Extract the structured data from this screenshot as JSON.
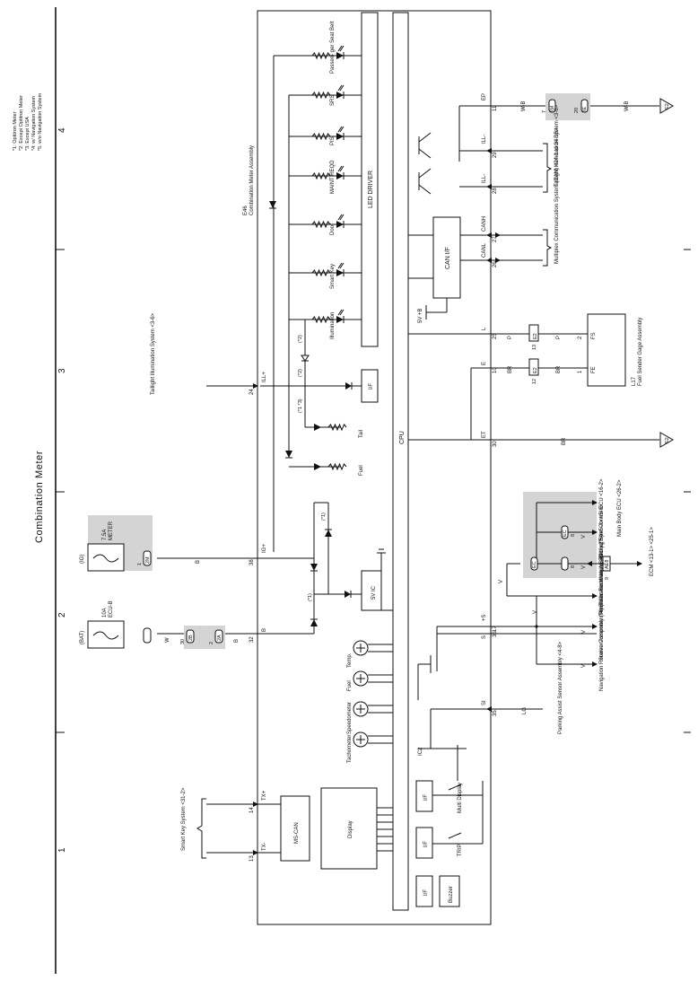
{
  "page": {
    "title": "Combination Meter",
    "zone_numbers": [
      "1",
      "2",
      "3",
      "4"
    ]
  },
  "legend": {
    "items": [
      "*1: Optitron Meter",
      "*2: Except Optitron Meter",
      "*3: Except USA",
      "*4: w/ Navigation System",
      "*5: w/o Navigation System"
    ]
  },
  "meter_assembly": {
    "code": "E46",
    "name": "Combination Meter Assembly",
    "led_driver": "LED DRIVER",
    "cpu": "CPU",
    "can_if": "CAN I/F",
    "sv_b": "5V +B",
    "ic_5v": "5V IC",
    "ms_can": "MS-CAN",
    "display": "Display",
    "if_label": "I/F",
    "buzzer": "Buzzer",
    "ic2": "IC2",
    "multi_display": "Multi Display",
    "trip": "TRIP"
  },
  "indicators": {
    "seatbelt": "Passen- ger Seat Belt",
    "srs": "SRS",
    "pis": "PIS",
    "maintreqd": "MAINT REQD",
    "door": "Door",
    "smartkey": "Smart Key",
    "illumination": "Illumination",
    "tail": "Tail",
    "fuel": "Fuel"
  },
  "gauges": {
    "temp": "Temp.",
    "fuel": "Fuel",
    "speedometer": "Speedometer",
    "tachometer": "Tachometer"
  },
  "notes": {
    "n2": "(*2)",
    "n2b": "(*2)",
    "n1n3": "(*1 *3)",
    "n1": "(*1)",
    "n1b": "(*1)"
  },
  "terminals": {
    "ep": "EP",
    "ep_pin": "11",
    "ill_minus_1": "ILL-",
    "ill1_pin": "29",
    "ill_minus_2": "ILL-",
    "ill2_pin": "28",
    "canh": "CANH",
    "canh_pin": "27",
    "canl": "CANL",
    "canl_pin": "26",
    "l": "L",
    "l_pin": "25",
    "e": "E",
    "e_pin": "10",
    "et": "ET",
    "et_pin": "30",
    "plus_s": "+S",
    "plus_s_pin": "17",
    "s_36": "S",
    "s_36_pin": "36",
    "si": "SI",
    "si_pin": "35",
    "ill_plus": "ILL+",
    "ill_plus_pin": "24",
    "ig_plus": "IG+",
    "ig_plus_pin": "38",
    "b": "B",
    "b_pin": "32",
    "tx_plus": "TX+",
    "tx_plus_pin": "14",
    "tx_minus": "TX-",
    "tx_minus_pin": "13"
  },
  "wires": {
    "w_b": "W-B",
    "w_b2": "W-B",
    "p": "P",
    "p2": "P",
    "br": "BR",
    "br2": "BR",
    "br3": "BR",
    "v1": "V",
    "v2": "V",
    "v3": "V",
    "v4": "V",
    "v5": "V",
    "v6": "V",
    "lg": "LG",
    "b_wire": "B",
    "w_wire": "W",
    "b_wire2": "B"
  },
  "connectors": {
    "i_m_ep": "IM",
    "i_m_ep_pin": "7",
    "i_ep2": "IE",
    "i_ep2_pin": "20",
    "e2_13": "E2",
    "e2_13_pin": "13",
    "e2_12": "E2",
    "e2_12_pin": "12",
    "ec_1": "EC",
    "ec_8a": "8",
    "ec_2": "EC",
    "ec_8b": "8",
    "ae8": "AE8",
    "ae8_pin": "9",
    "ig_conn": "2B",
    "ig_conn_pin": "30",
    "bat_conn": "2A",
    "bat_conn_pin": "2",
    "meter_conn": "2M",
    "meter_conn_pin": "1"
  },
  "grounds": {
    "ground_ep": "E2",
    "ground_et": "E2"
  },
  "external": {
    "taillight_ill": "Taillight Illumination System <3-6>",
    "taillight_ill2": "Taillight Illumination System <3-6>",
    "multiplex": "Multiplex Communication System (CAN) <24-1 to 24-15>",
    "fuel_sender_code": "L17",
    "fuel_sender": "Fuel Sender Gage Assembly",
    "fs": "FS",
    "fs_pin": "2",
    "fe": "FE",
    "fe_pin": "1",
    "main_body_ecu": "Main Body ECU <26-2>",
    "sliding_roof": "Sliding Roof Control ECU <16-2>",
    "ecm": "ECM <13-1> <25-1>",
    "tire_pressure": "Tire Pressure Warning ECU <27-4>",
    "stereo_amp": "Stereo Component Amplifier Assembly <5-4>",
    "navigation": "Navigation Receiver Assembly (*4) Radio Receiver Assembly (*5) <5-4> <5-6>",
    "parking_assist": "Parking Assist Sensor Assembly <4-8>",
    "smart_key": "Smart Key System <31-2>"
  },
  "fuses": {
    "bat_label": "(BAT)",
    "ecu_b_amp": "10A",
    "ecu_b_name": "ECU-B",
    "ig_label": "(IG)",
    "meter_amp": "7.5A",
    "meter_name": "METER"
  }
}
